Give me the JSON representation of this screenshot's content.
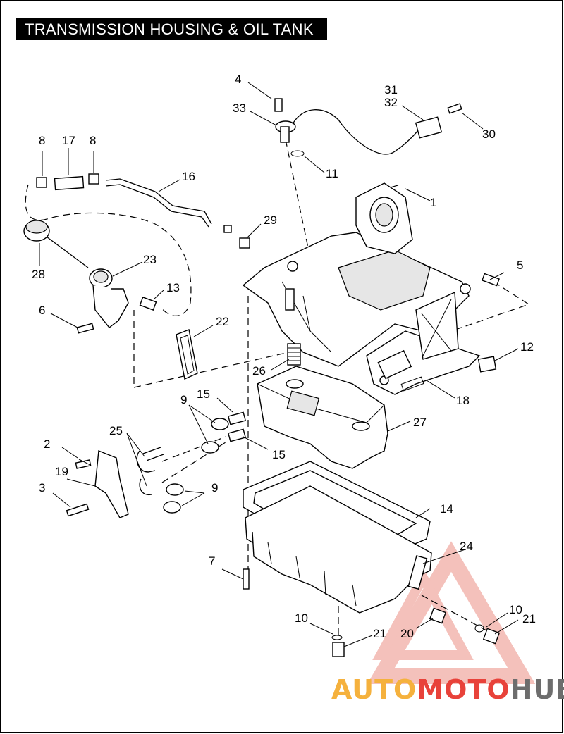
{
  "title": "TRANSMISSION HOUSING & OIL TANK",
  "callouts": [
    {
      "id": "c1",
      "label": "1"
    },
    {
      "id": "c2",
      "label": "2"
    },
    {
      "id": "c3",
      "label": "3"
    },
    {
      "id": "c4",
      "label": "4"
    },
    {
      "id": "c5",
      "label": "5"
    },
    {
      "id": "c6",
      "label": "6"
    },
    {
      "id": "c7",
      "label": "7"
    },
    {
      "id": "c8a",
      "label": "8"
    },
    {
      "id": "c8b",
      "label": "8"
    },
    {
      "id": "c9a",
      "label": "9"
    },
    {
      "id": "c9b",
      "label": "9"
    },
    {
      "id": "c10a",
      "label": "10"
    },
    {
      "id": "c10b",
      "label": "10"
    },
    {
      "id": "c11",
      "label": "11"
    },
    {
      "id": "c12",
      "label": "12"
    },
    {
      "id": "c13",
      "label": "13"
    },
    {
      "id": "c14",
      "label": "14"
    },
    {
      "id": "c15a",
      "label": "15"
    },
    {
      "id": "c15b",
      "label": "15"
    },
    {
      "id": "c16",
      "label": "16"
    },
    {
      "id": "c17",
      "label": "17"
    },
    {
      "id": "c18",
      "label": "18"
    },
    {
      "id": "c19",
      "label": "19"
    },
    {
      "id": "c20",
      "label": "20"
    },
    {
      "id": "c21a",
      "label": "21"
    },
    {
      "id": "c21b",
      "label": "21"
    },
    {
      "id": "c22",
      "label": "22"
    },
    {
      "id": "c23",
      "label": "23"
    },
    {
      "id": "c24",
      "label": "24"
    },
    {
      "id": "c25",
      "label": "25"
    },
    {
      "id": "c26",
      "label": "26"
    },
    {
      "id": "c27",
      "label": "27"
    },
    {
      "id": "c28",
      "label": "28"
    },
    {
      "id": "c29",
      "label": "29"
    },
    {
      "id": "c30",
      "label": "30"
    },
    {
      "id": "c31",
      "label": "31"
    },
    {
      "id": "c32",
      "label": "32"
    },
    {
      "id": "c33",
      "label": "33"
    }
  ],
  "watermark": {
    "part1": "AUTO",
    "part2": "MOTO",
    "part3": "HUB",
    "color1": "#f5b13d",
    "color2": "#e8423a",
    "color3": "#6d6d6d"
  }
}
